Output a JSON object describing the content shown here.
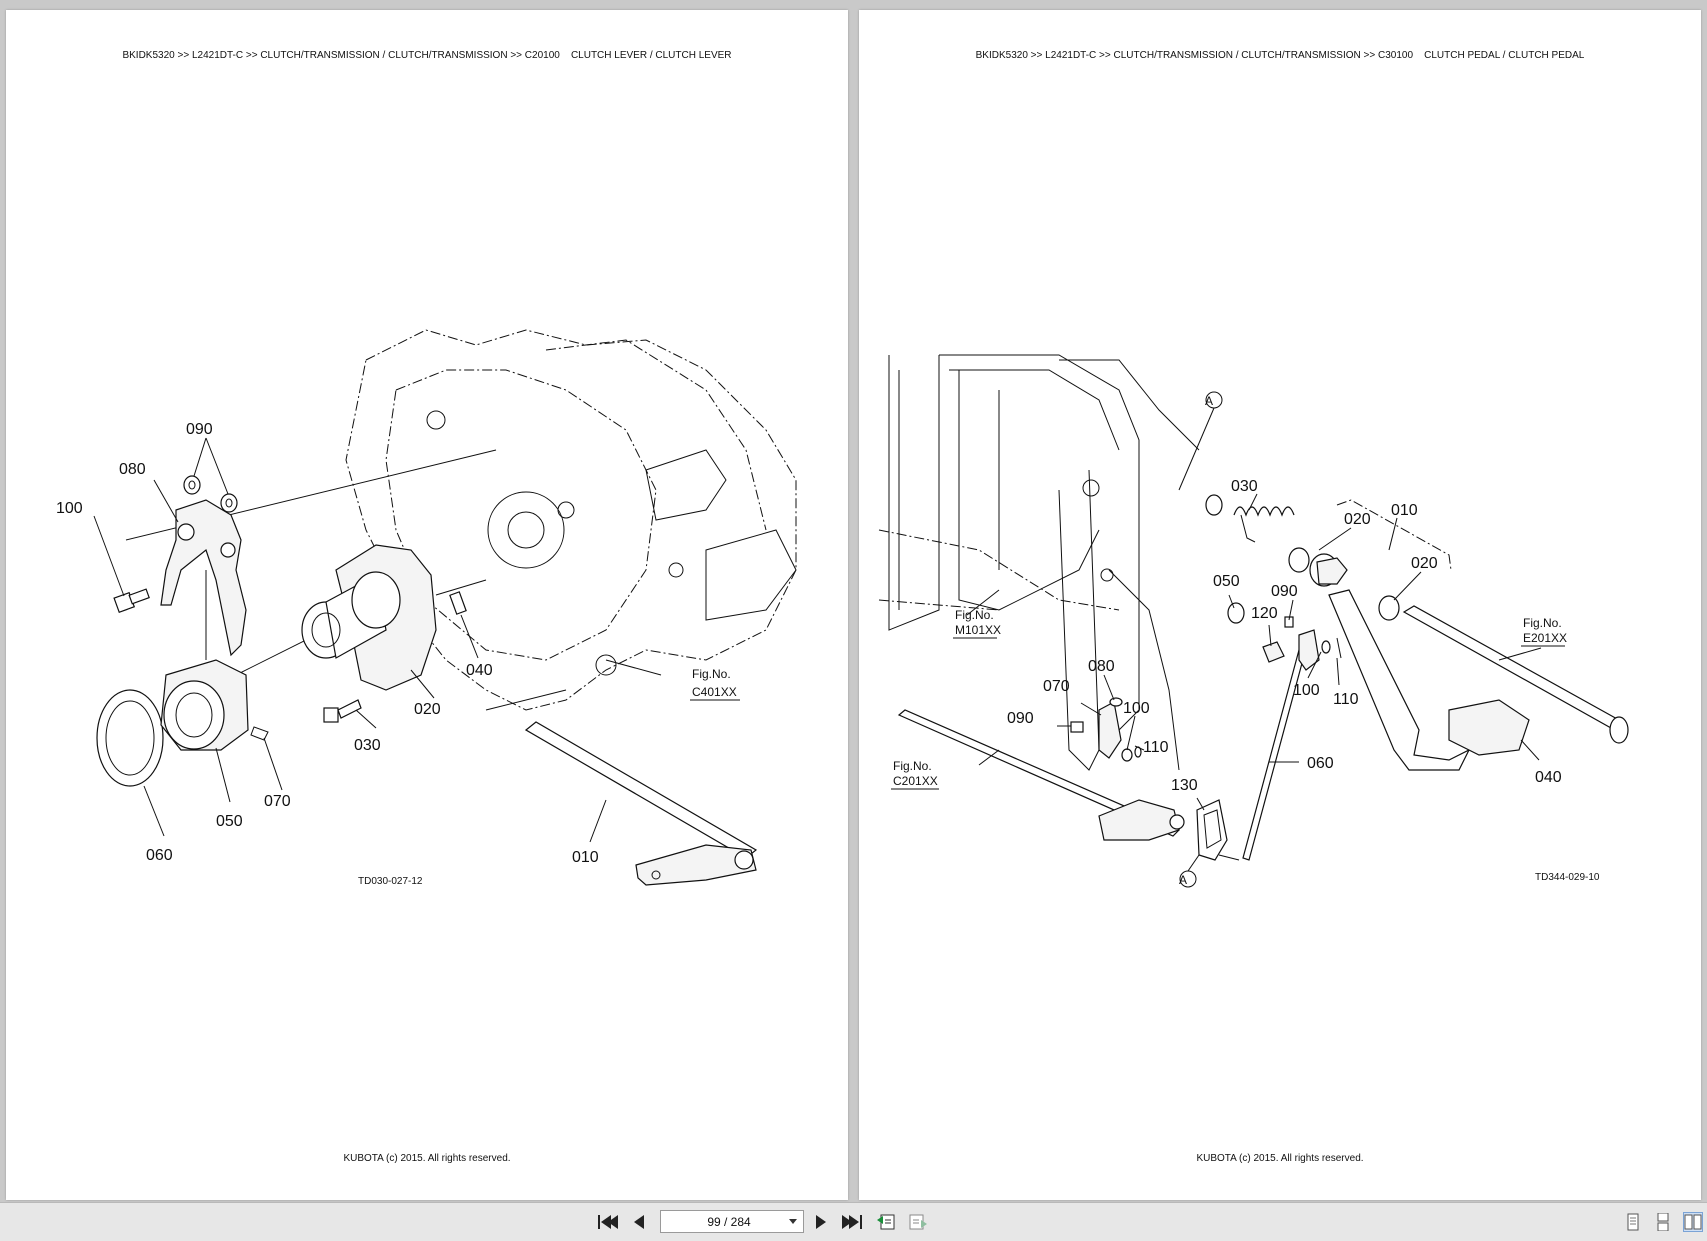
{
  "viewer": {
    "page_indicator": "99 / 284"
  },
  "pages": [
    {
      "header": "BKIDK5320 >> L2421DT-C >> CLUTCH/TRANSMISSION / CLUTCH/TRANSMISSION >> C20100    CLUTCH LEVER / CLUTCH LEVER",
      "footer": "KUBOTA (c) 2015. All rights reserved.",
      "callouts": [
        "090",
        "080",
        "100",
        "040",
        "020",
        "030",
        "070",
        "050",
        "060",
        "010"
      ],
      "fig_ref": {
        "label": "Fig.No.",
        "code": "C401XX"
      },
      "drawing_code": "TD030-027-12"
    },
    {
      "header": "BKIDK5320 >> L2421DT-C >> CLUTCH/TRANSMISSION / CLUTCH/TRANSMISSION >> C30100    CLUTCH PEDAL / CLUTCH PEDAL",
      "footer": "KUBOTA (c) 2015. All rights reserved.",
      "callouts": [
        "030",
        "020",
        "010",
        "020",
        "050",
        "090",
        "120",
        "080",
        "070",
        "100",
        "110",
        "100",
        "110",
        "090",
        "060",
        "130",
        "040"
      ],
      "markers": [
        "A",
        "A"
      ],
      "fig_refs": [
        {
          "label": "Fig.No.",
          "code": "M101XX"
        },
        {
          "label": "Fig.No.",
          "code": "E201XX"
        },
        {
          "label": "Fig.No.",
          "code": "C201XX"
        }
      ],
      "drawing_code": "TD344-029-10"
    }
  ],
  "icons": {
    "first": "first-page-icon",
    "prev": "prev-page-icon",
    "next": "next-page-icon",
    "last": "last-page-icon",
    "back": "back-view-icon",
    "forward": "forward-view-icon",
    "single": "single-page-view-icon",
    "continuous": "continuous-view-icon",
    "facing": "facing-pages-view-icon"
  }
}
